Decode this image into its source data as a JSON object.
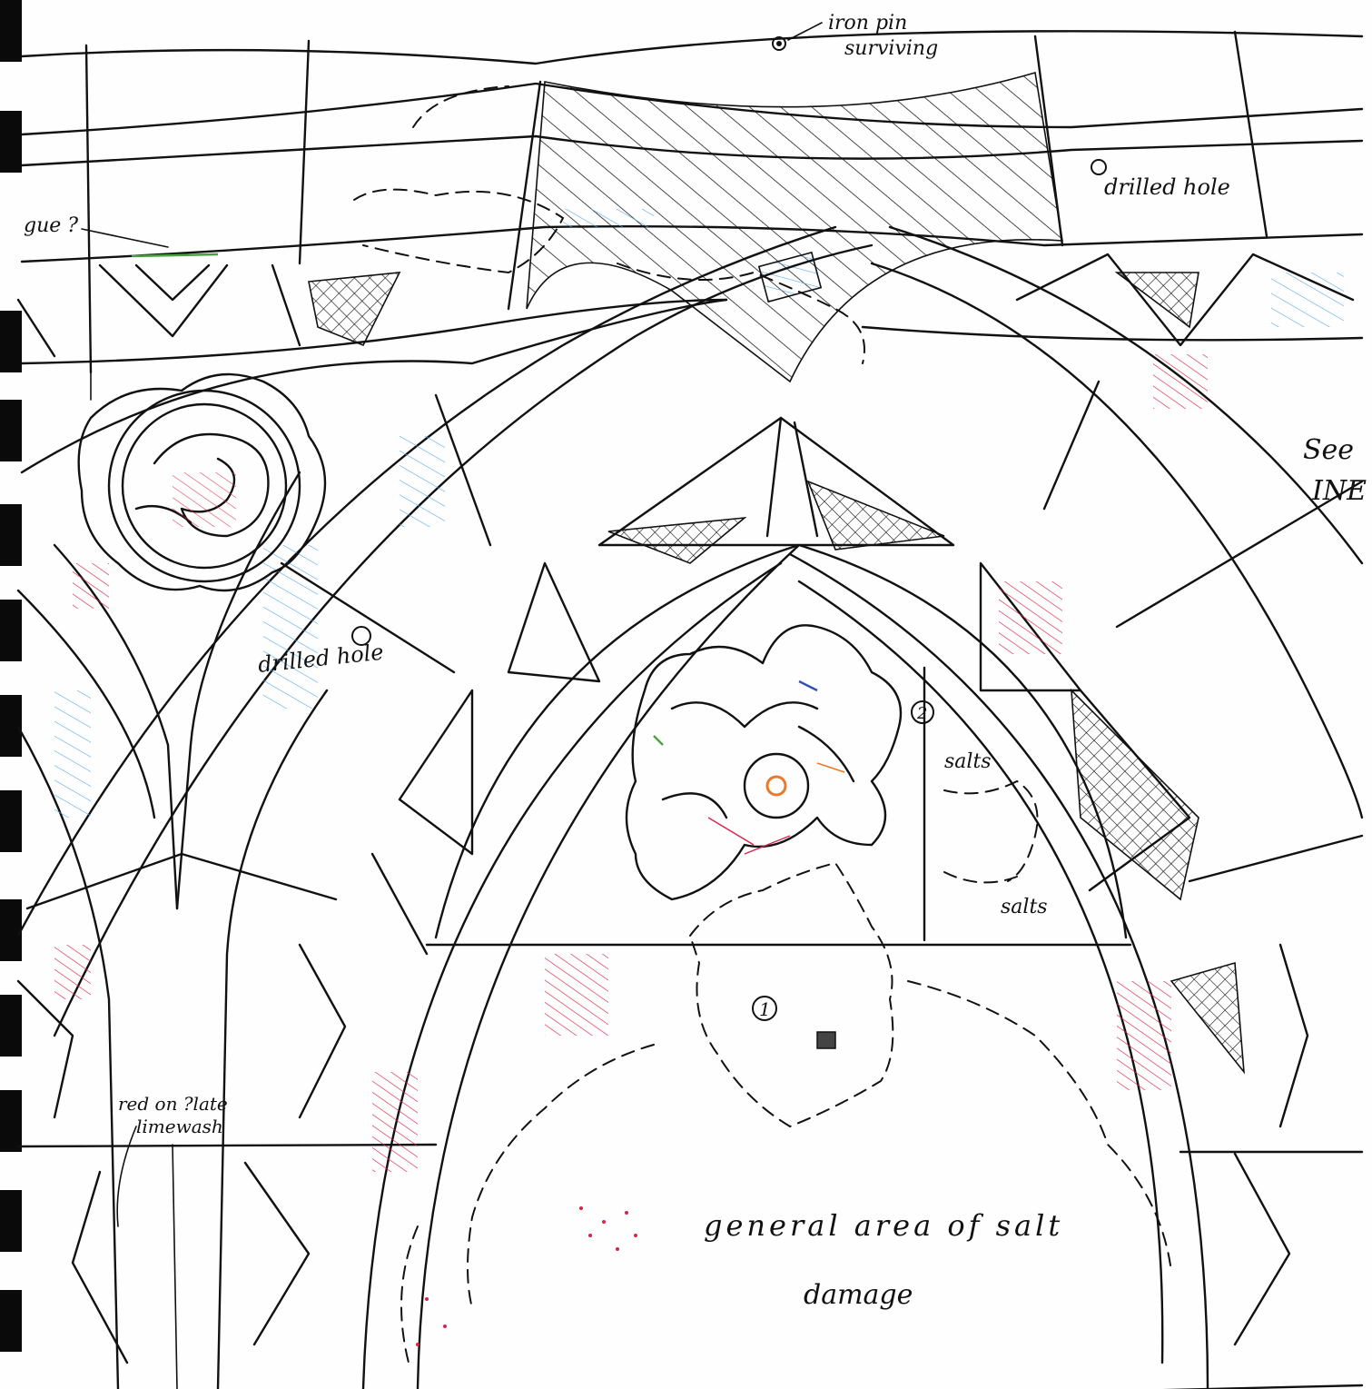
{
  "labels": {
    "iron_pin_line1": "iron pin",
    "iron_pin_line2": "surviving",
    "drilled_hole_top": "drilled hole",
    "drilled_hole_left": "drilled hole",
    "gue": "gue ?",
    "see_line1": "See",
    "see_line2": "INE",
    "salts_upper": "salts",
    "salts_lower": "salts",
    "marker_1": "1",
    "marker_2": "2",
    "red_note_line1": "red on ?late",
    "red_note_line2": "limewash",
    "general_area_line1": "general area of salt",
    "general_area_line2": "damage"
  },
  "colors": {
    "ink": "#111111",
    "red_hatch": "#d8244a",
    "blue_hatch": "#58a8e8",
    "orange": "#e87a2a",
    "green": "#4aa040",
    "navy": "#3050b8",
    "binding": "#0a0a0a"
  }
}
